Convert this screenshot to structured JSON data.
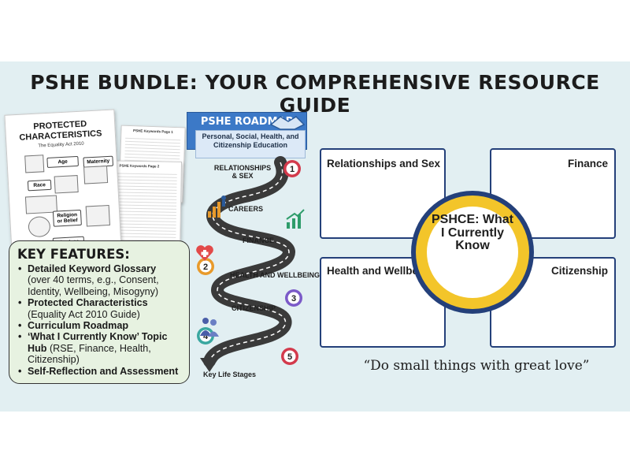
{
  "title": "PSHE BUNDLE: YOUR COMPREHENSIVE RESOURCE GUIDE",
  "document": {
    "title": "PROTECTED CHARACTERISTICS",
    "subtitle": "The Equality Act 2010",
    "tags": [
      "Age",
      "Maternity",
      "Race",
      "Religion or Belief",
      "Marriage"
    ],
    "page1_title": "PSHE Keywords Page 1",
    "page2_title": "PSHE Keywords Page 2"
  },
  "features": {
    "heading": "KEY FEATURES:",
    "items": [
      {
        "bold": "Detailed Keyword Glossary",
        "rest": " (over 40 terms, e.g., Consent, Identity, Wellbeing, Misogyny)"
      },
      {
        "bold": "Protected Characteristics",
        "rest": " (Equality Act 2010 Guide)"
      },
      {
        "bold": "Curriculum Roadmap",
        "rest": ""
      },
      {
        "bold": "‘What I Currently Know’ Topic Hub",
        "rest": " (RSE, Finance, Health, Citizenship)"
      },
      {
        "bold": "Self-Reflection and Assessment",
        "rest": ""
      }
    ]
  },
  "roadmap": {
    "heading": "PSHE ROADMAP",
    "subtitle": "Personal, Social, Health, and Citizenship Education",
    "steps": [
      {
        "num": "1",
        "label": "RELATIONSHIPS & SEX",
        "color": "#d33a4c"
      },
      {
        "num": "2",
        "label": "CAREERS",
        "color": "#e89a2b"
      },
      {
        "num": "3",
        "label": "FINANCE",
        "color": "#7b5ac8"
      },
      {
        "num": "4",
        "label": "HEALTH AND WELLBEING",
        "color": "#3aa7a0"
      },
      {
        "num": "5",
        "label": "CITIZENSHIP",
        "color": "#d33a4c"
      }
    ],
    "footer": "Key Life Stages"
  },
  "hub": {
    "center": "PSHCE: What I Currently Know",
    "boxes": {
      "top_left": "Relationships and Sex",
      "top_right": "Finance",
      "bottom_left": "Health and Wellbeing",
      "bottom_right": "Citizenship"
    },
    "ring_color": "#f3c52a",
    "border_color": "#24407a"
  },
  "quote": "“Do small things with great love”"
}
